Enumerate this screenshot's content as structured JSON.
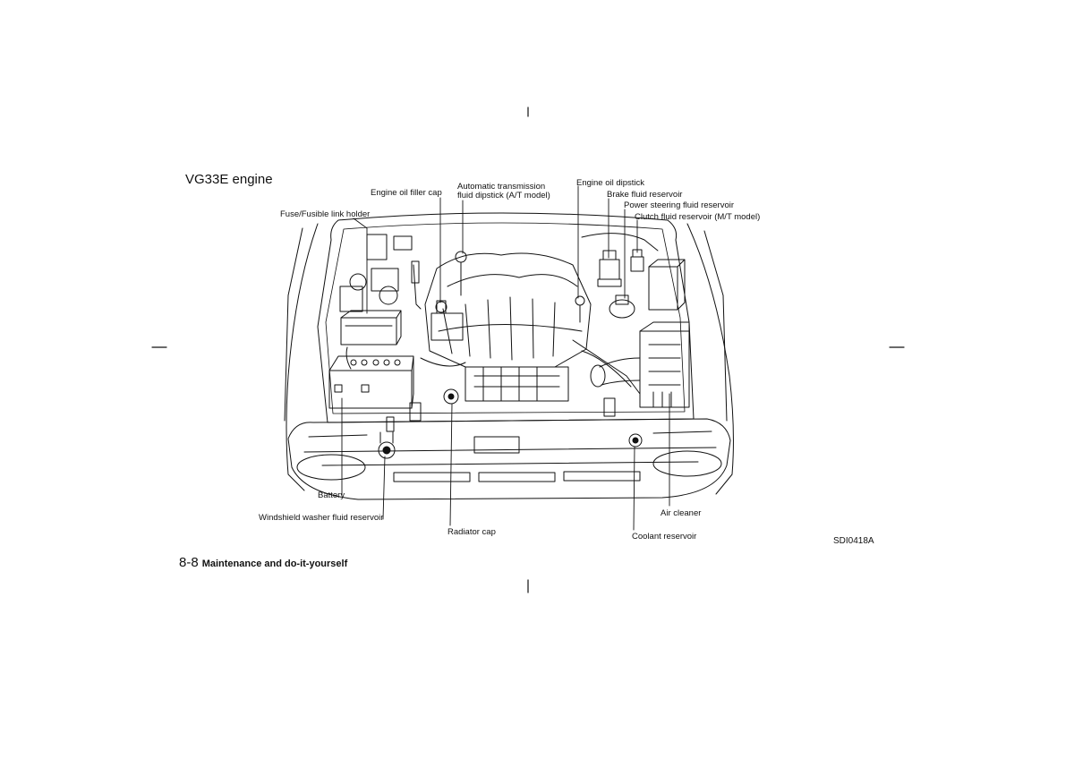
{
  "page_title": "VG33E engine",
  "callouts": {
    "engine_oil_filler_cap": "Engine oil filler cap",
    "atf_dipstick_line1": "Automatic transmission",
    "atf_dipstick_line2": "fluid dipstick (A/T model)",
    "engine_oil_dipstick": "Engine oil dipstick",
    "brake_fluid_reservoir": "Brake fluid reservoir",
    "power_steering_fluid_reservoir": "Power steering fluid reservoir",
    "clutch_fluid_reservoir": "Clutch fluid reservoir (M/T model)",
    "fuse_fusible_link_holder": "Fuse/Fusible link holder",
    "battery": "Battery",
    "windshield_washer_fluid_reservoir": "Windshield washer fluid reservoir",
    "radiator_cap": "Radiator cap",
    "air_cleaner": "Air cleaner",
    "coolant_reservoir": "Coolant reservoir"
  },
  "figure_code": "SDI0418A",
  "footer": {
    "page_number": "8-8",
    "section_title": "Maintenance and do-it-yourself"
  }
}
